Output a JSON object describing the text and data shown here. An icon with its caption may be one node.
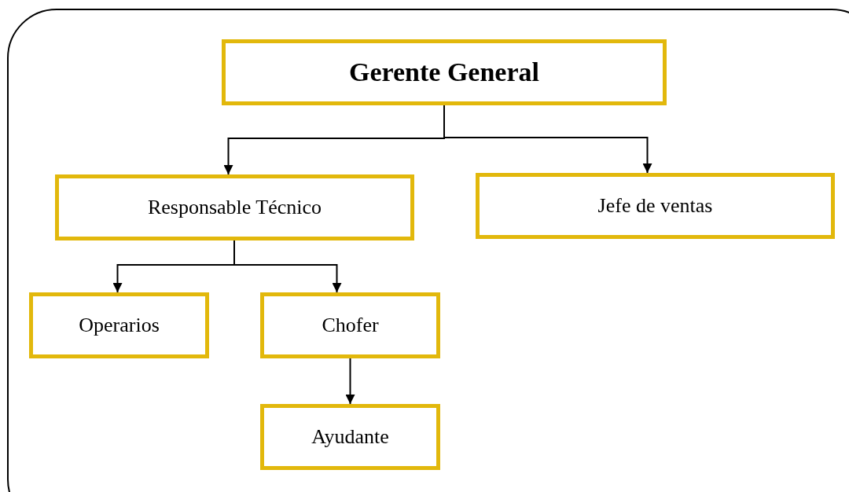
{
  "diagram": {
    "nodes": [
      {
        "text": [
          "Gerente General"
        ]
      },
      {
        "text": [
          "Responsable Técnico"
        ]
      },
      {
        "text": [
          "Jefe de ventas"
        ]
      },
      {
        "text": [
          "Operarios"
        ]
      },
      {
        "text": [
          "Chofer"
        ]
      },
      {
        "text": [
          "Ayudante"
        ]
      }
    ],
    "edges": [
      {
        "from": 0,
        "to": 1,
        "arrow": "to"
      },
      {
        "from": 0,
        "to": 2,
        "arrow": "to"
      },
      {
        "from": 1,
        "to": 3,
        "arrow": "to"
      },
      {
        "from": 1,
        "to": 4,
        "arrow": "to"
      },
      {
        "from": 4,
        "to": 5,
        "arrow": "to"
      }
    ]
  }
}
